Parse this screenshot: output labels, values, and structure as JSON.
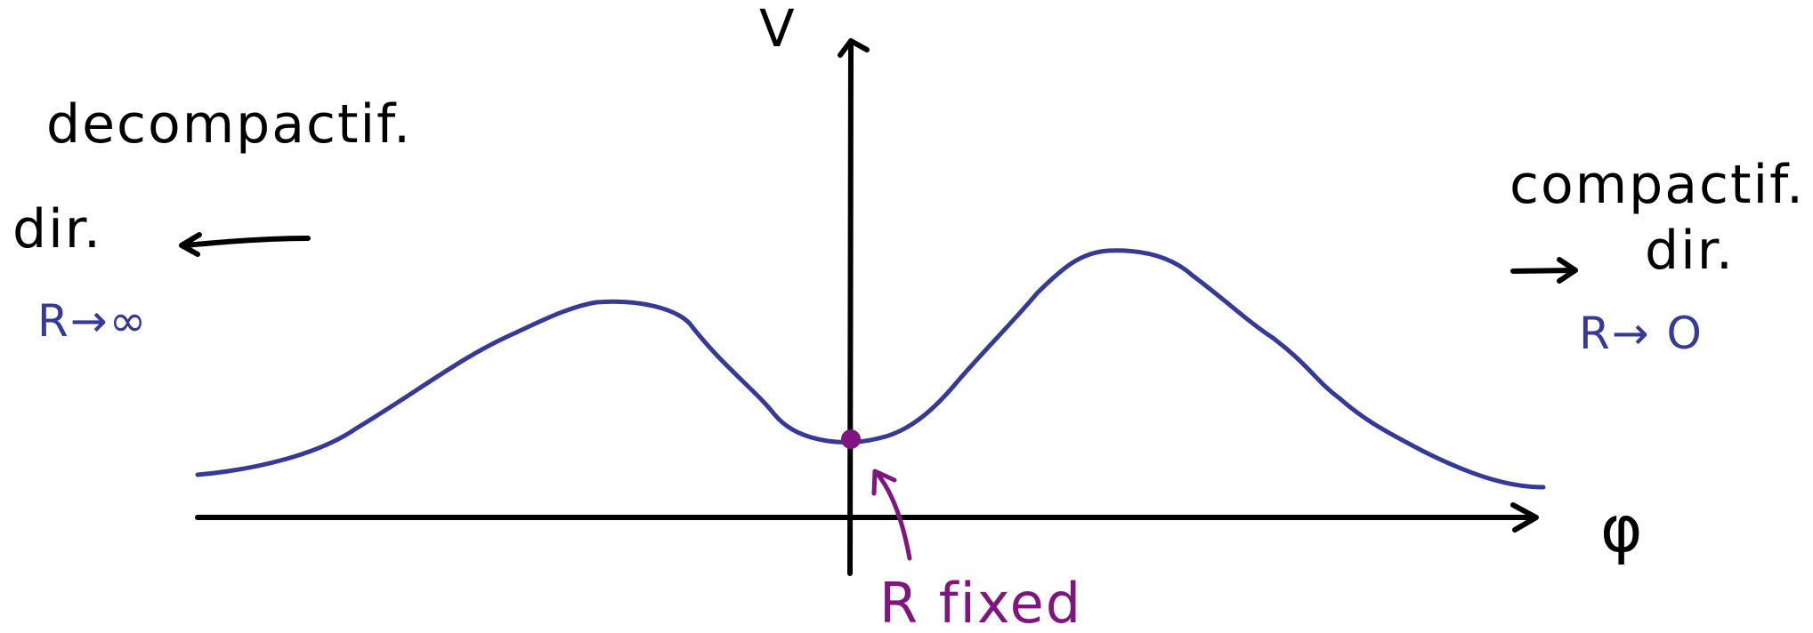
{
  "diagram": {
    "axes": {
      "y_label": "V",
      "x_label": "φ"
    },
    "left": {
      "line1": "decompactif.",
      "line2": "dir.",
      "limit": "R→∞"
    },
    "right": {
      "line1": "compactif.",
      "line2": "dir.",
      "limit": "R→ O"
    },
    "minimum_annotation": "R fixed",
    "colors": {
      "ink": "#000000",
      "curve": "#353a97",
      "limit_text": "#353a97",
      "annotation": "#7f157f"
    }
  }
}
